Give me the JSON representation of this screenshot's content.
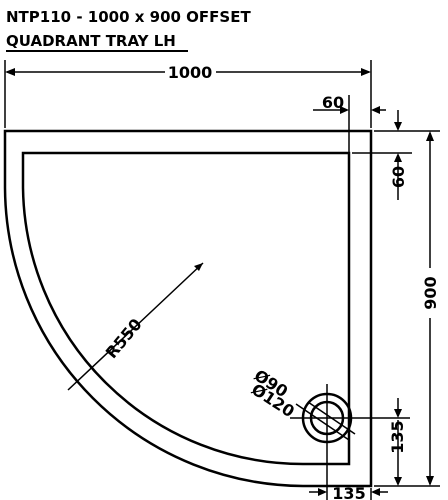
{
  "title": {
    "line1": "NTP110 - 1000 x 900 OFFSET",
    "line2": "QUADRANT TRAY LH"
  },
  "dimensions": {
    "width": "1000",
    "height": "900",
    "rim_top": "60",
    "rim_right": "60",
    "radius": "R550",
    "waste_inner": "Ø90",
    "waste_outer": "Ø120",
    "waste_from_bottom": "135",
    "waste_from_right": "135"
  }
}
